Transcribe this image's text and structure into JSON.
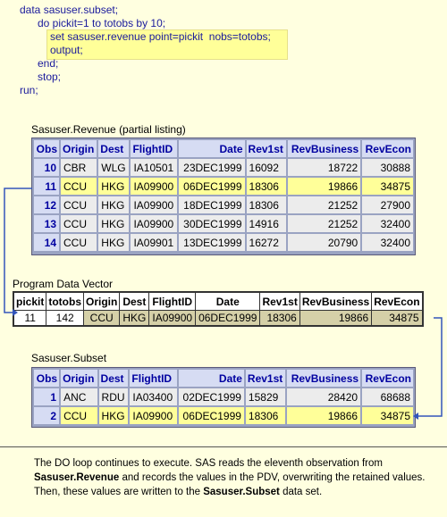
{
  "code": {
    "lines": [
      "data sasuser.subset;",
      "do pickit=1 to totobs by 10;",
      "set sasuser.revenue point=pickit  nobs=totobs;",
      "output;",
      "end;",
      "stop;",
      "run;"
    ]
  },
  "revenue": {
    "caption": "Sasuser.Revenue (partial listing)",
    "headers": [
      "Obs",
      "Origin",
      "Dest",
      "FlightID",
      "Date",
      "Rev1st",
      "RevBusiness",
      "RevEcon"
    ],
    "rows": [
      [
        "10",
        "CBR",
        "WLG",
        "IA10501",
        "23DEC1999",
        "16092",
        "18722",
        "30888"
      ],
      [
        "11",
        "CCU",
        "HKG",
        "IA09900",
        "06DEC1999",
        "18306",
        "19866",
        "34875"
      ],
      [
        "12",
        "CCU",
        "HKG",
        "IA09900",
        "18DEC1999",
        "18306",
        "21252",
        "27900"
      ],
      [
        "13",
        "CCU",
        "HKG",
        "IA09900",
        "30DEC1999",
        "14916",
        "21252",
        "32400"
      ],
      [
        "14",
        "CCU",
        "HKG",
        "IA09901",
        "13DEC1999",
        "16272",
        "20790",
        "32400"
      ]
    ]
  },
  "pdv": {
    "caption": "Program Data Vector",
    "headers": [
      "pickit",
      "totobs",
      "Origin",
      "Dest",
      "FlightID",
      "Date",
      "Rev1st",
      "RevBusiness",
      "RevEcon"
    ],
    "values": [
      "11",
      "142",
      "CCU",
      "HKG",
      "IA09900",
      "06DEC1999",
      "18306",
      "19866",
      "34875"
    ]
  },
  "subset": {
    "caption": "Sasuser.Subset",
    "headers": [
      "Obs",
      "Origin",
      "Dest",
      "FlightID",
      "Date",
      "Rev1st",
      "RevBusiness",
      "RevEcon"
    ],
    "rows": [
      [
        "1",
        "ANC",
        "RDU",
        "IA03400",
        "02DEC1999",
        "15829",
        "28420",
        "68688"
      ],
      [
        "2",
        "CCU",
        "HKG",
        "IA09900",
        "06DEC1999",
        "18306",
        "19866",
        "34875"
      ]
    ]
  },
  "description": {
    "part1": "The DO loop continues to execute. SAS reads the eleventh observation from ",
    "bold1": "Sasuser.Revenue",
    "part2": " and records the values in the PDV, overwriting the retained values. Then, these values are written to the ",
    "bold2": "Sasuser.Subset",
    "part3": " data set."
  }
}
